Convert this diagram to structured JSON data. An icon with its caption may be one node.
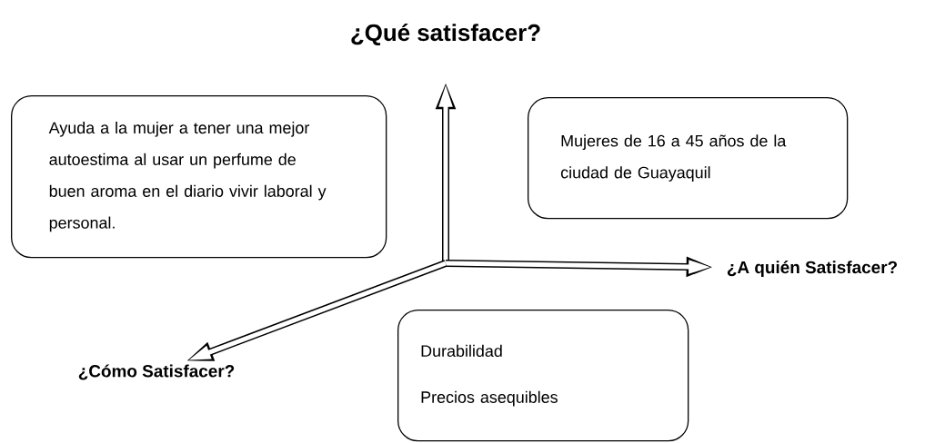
{
  "diagram": {
    "nodes": [
      {
        "text": [
          "¿Qué satisfacer?"
        ]
      },
      {
        "text": [
          "Ayuda a la mujer a tener una mejor autoestima al usar un perfume de buen aroma en el diario vivir laboral y personal."
        ]
      },
      {
        "text": [
          "Mujeres de 16 a 45 años de la ciudad de Guayaquil"
        ]
      },
      {
        "text": [
          "¿A quién Satisfacer?"
        ]
      },
      {
        "text": [
          "¿Cómo Satisfacer?"
        ]
      },
      {
        "text": [
          "Durabilidad",
          "Precios asequibles"
        ]
      }
    ],
    "edges": [
      {
        "from": null,
        "to": 0,
        "arrow": "to"
      },
      {
        "from": null,
        "to": 3,
        "arrow": "to"
      },
      {
        "from": null,
        "to": 4,
        "arrow": "to"
      }
    ]
  }
}
